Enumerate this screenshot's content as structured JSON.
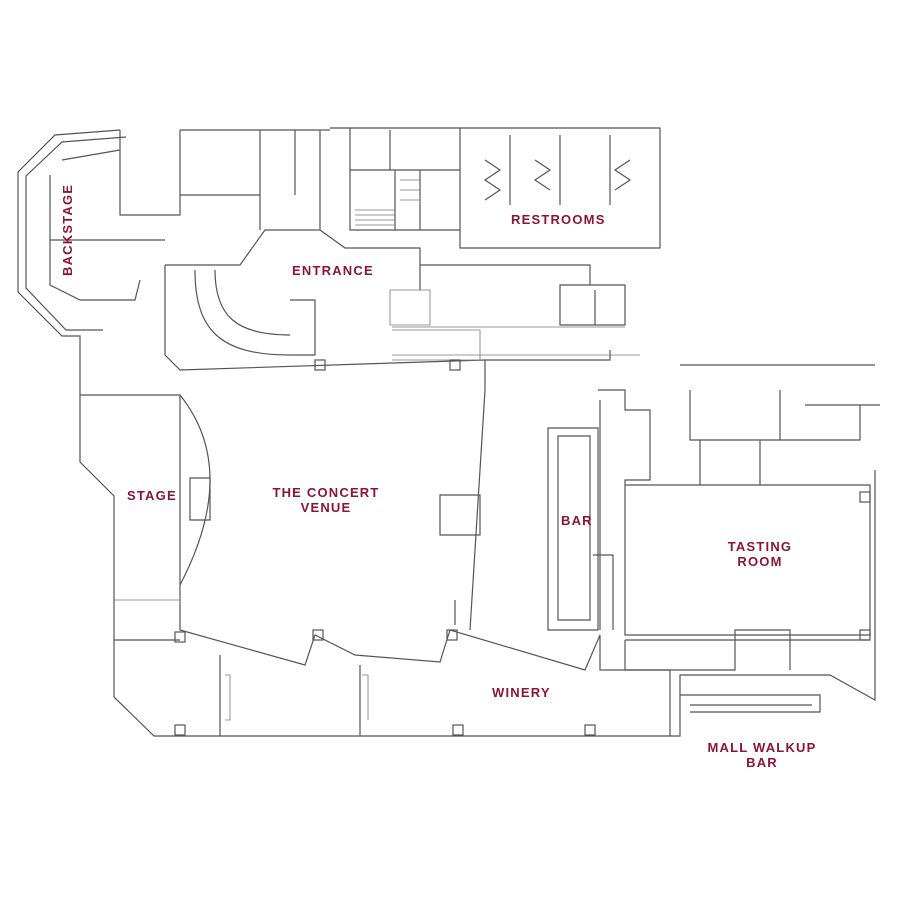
{
  "title": "Venue floor plan",
  "label_color": "#8b1538",
  "rooms": {
    "backstage": "BACKSTAGE",
    "entrance": "ENTRANCE",
    "restrooms": "RESTROOMS",
    "stage": "STAGE",
    "concert_venue_line1": "THE CONCERT",
    "concert_venue_line2": "VENUE",
    "bar": "BAR",
    "tasting_room_line1": "TASTING",
    "tasting_room_line2": "ROOM",
    "winery": "WINERY",
    "mall_walkup_bar_line1": "MALL WALKUP",
    "mall_walkup_bar_line2": "BAR"
  }
}
